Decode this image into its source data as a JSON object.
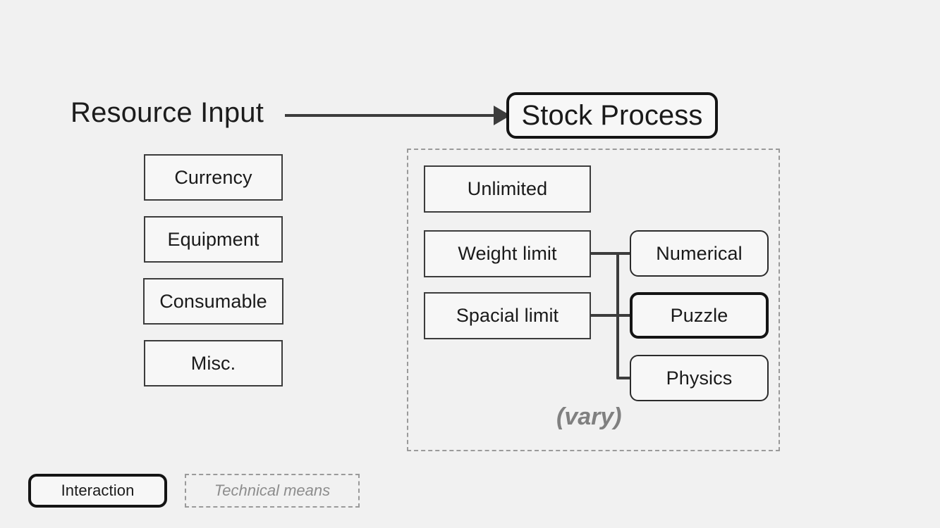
{
  "diagram": {
    "title_label": "Resource Input",
    "process": {
      "label": "Stock Process",
      "style": "interaction"
    },
    "arrow": {
      "name": "resource-input-to-stock-process-arrow",
      "from": "Resource Input",
      "to": "Stock Process",
      "head": "solid-triangle"
    },
    "resource_types": [
      {
        "label": "Currency",
        "style": "rect"
      },
      {
        "label": "Equipment",
        "style": "rect"
      },
      {
        "label": "Consumable",
        "style": "rect"
      },
      {
        "label": "Misc.",
        "style": "rect"
      }
    ],
    "technical_group": {
      "style": "dashed",
      "note": "(vary)",
      "capacity_modes": [
        {
          "label": "Unlimited",
          "style": "rect",
          "connected": false
        },
        {
          "label": "Weight limit",
          "style": "rect",
          "connected": true
        },
        {
          "label": "Spacial limit",
          "style": "rect",
          "connected": true
        }
      ],
      "variants": [
        {
          "label": "Numerical",
          "style": "rounded"
        },
        {
          "label": "Puzzle",
          "style": "interaction"
        },
        {
          "label": "Physics",
          "style": "rounded"
        }
      ]
    }
  },
  "legend": {
    "items": [
      {
        "label": "Interaction",
        "style": "interaction"
      },
      {
        "label": "Technical means",
        "style": "dashed"
      }
    ]
  },
  "colors": {
    "background": "#f1f1f1",
    "node_fill": "#f7f7f7",
    "stroke": "#3c3c3c",
    "interaction_stroke": "#141414",
    "dashed_stroke": "#9a9a9a",
    "muted_text": "#808080",
    "text": "#1a1a1a"
  }
}
